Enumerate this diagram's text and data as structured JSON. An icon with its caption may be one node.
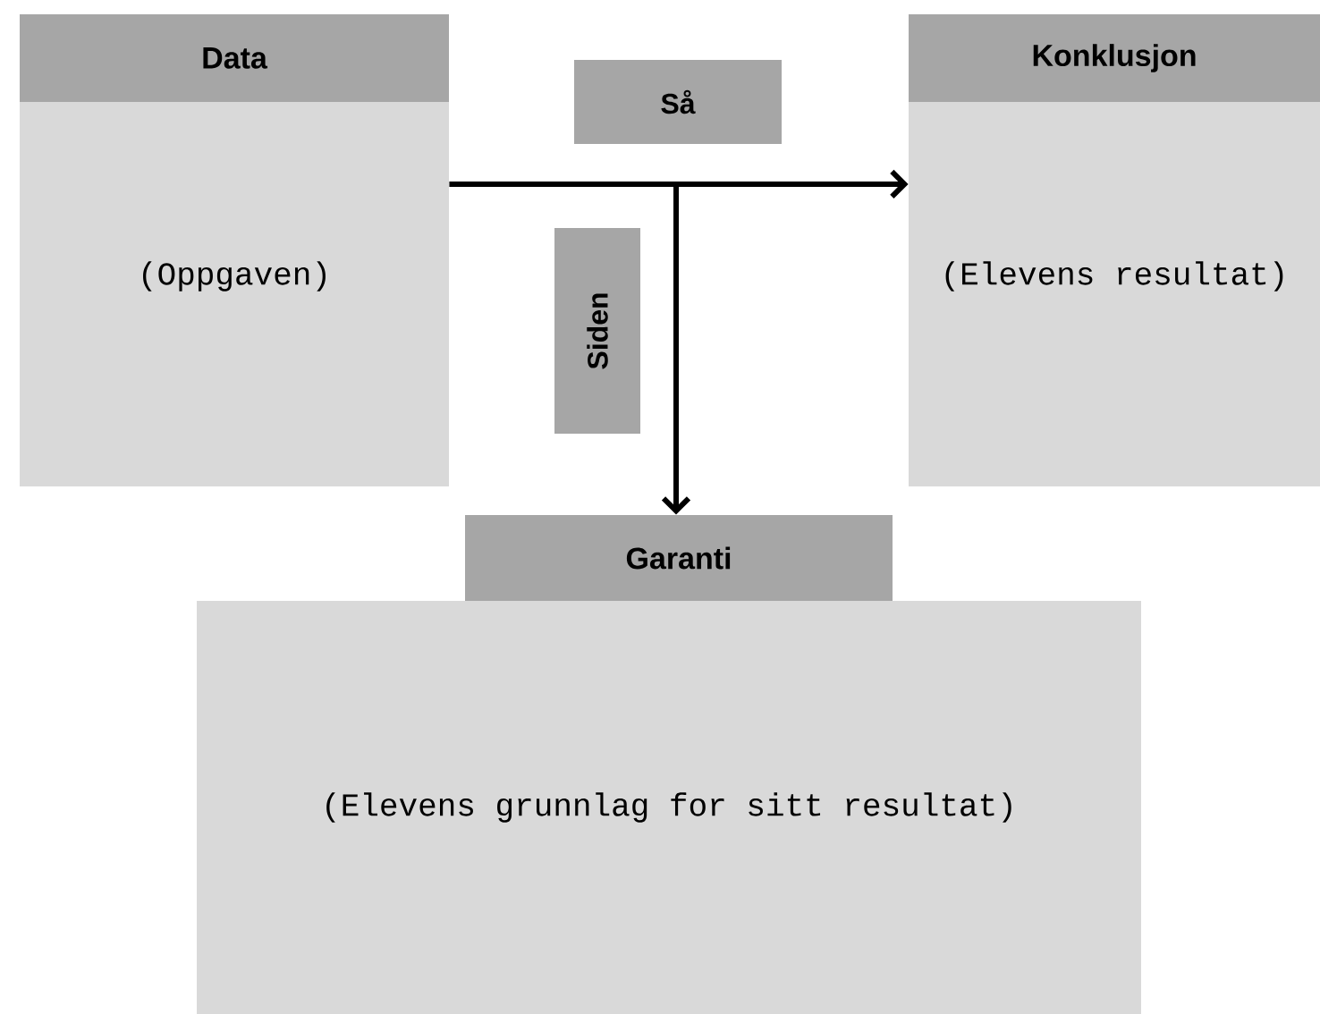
{
  "diagram": {
    "nodes": [
      {
        "text": [
          "Data",
          "(Oppgaven)"
        ]
      },
      {
        "text": [
          "Konklusjon",
          "(Elevens resultat)"
        ]
      },
      {
        "text": [
          "Garanti",
          "(Elevens grunnlag for sitt resultat)"
        ]
      }
    ],
    "edges": [
      {
        "from": 0,
        "to": 1,
        "arrow": "to",
        "label": "Så"
      },
      {
        "from": null,
        "to": 2,
        "arrow": "to",
        "label": "Siden"
      }
    ]
  }
}
